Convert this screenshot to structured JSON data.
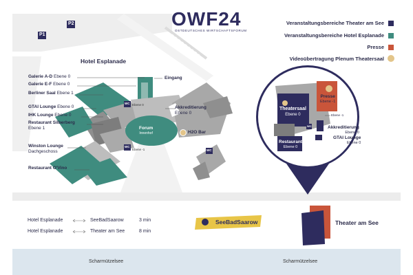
{
  "logo": {
    "text": "OWF24",
    "subtitle": "OSTDEUTSCHES WIRTSCHAFTSFORUM"
  },
  "parking": [
    "P1",
    "P2"
  ],
  "legend": [
    {
      "label": "Veranstaltungsbereiche Theater am See",
      "color": "#2e2c5e",
      "shape": "square"
    },
    {
      "label": "Veranstaltungsbereiche Hotel Esplanade",
      "color": "#3f8c7f",
      "shape": "square"
    },
    {
      "label": "Presse",
      "color": "#c9553a",
      "shape": "square"
    },
    {
      "label": "Videoübertragung Plenum Theatersaal",
      "color": "#e3c58a",
      "shape": "circle"
    }
  ],
  "hotel": {
    "title": "Hotel Esplanade",
    "rooms": [
      {
        "name": "Galerie A-D",
        "level": "Ebene 0"
      },
      {
        "name": "Galerie E-F",
        "level": "Ebene 0"
      },
      {
        "name": "Berliner Saal",
        "level": "Ebene 1"
      },
      {
        "name": "GTAI Lounge",
        "level": "Ebene 0"
      },
      {
        "name": "IHK Lounge",
        "level": "Ebene 0"
      },
      {
        "name": "Restaurant Silberberg",
        "level": "Ebene 1"
      },
      {
        "name": "Winston Lounge",
        "level": "Dachgeschoss"
      },
      {
        "name": "Restaurant O'Vino",
        "level": ""
      }
    ],
    "eingang": "Eingang",
    "akkreditierung": {
      "name": "Akkreditierung",
      "level": "Ebene 0"
    },
    "forum": {
      "name": "Forum",
      "sub": "Innenhof"
    },
    "h2o": "H2O Bar",
    "wc": "WC",
    "wc_levels": [
      "Ebene 0",
      "Ebene -1"
    ]
  },
  "theater_inset": {
    "theatersaal": {
      "name": "Theatersaal",
      "level": "Ebene 0"
    },
    "restaurant": {
      "name": "Restaurant",
      "level": "Ebene 0"
    },
    "presse": {
      "name": "Presse",
      "level": "Ebene -1"
    },
    "akkreditierung": {
      "name": "Akkreditierung",
      "level": "Ebene 0"
    },
    "gtai": {
      "name": "GTAI Lounge",
      "level": "Ebene 0"
    },
    "wc": "WC",
    "wc_level": "Ebene -1"
  },
  "routes": [
    {
      "from": "Hotel Esplanade",
      "to": "SeeBadSaarow",
      "time": "3 min"
    },
    {
      "from": "Hotel Esplanade",
      "to": "Theater am See",
      "time": "8 min"
    }
  ],
  "seebad_badge": "SeeBadSaarow",
  "theater_label": "Theater am See",
  "lake": [
    "Scharmützelsee",
    "Scharmützelsee"
  ]
}
